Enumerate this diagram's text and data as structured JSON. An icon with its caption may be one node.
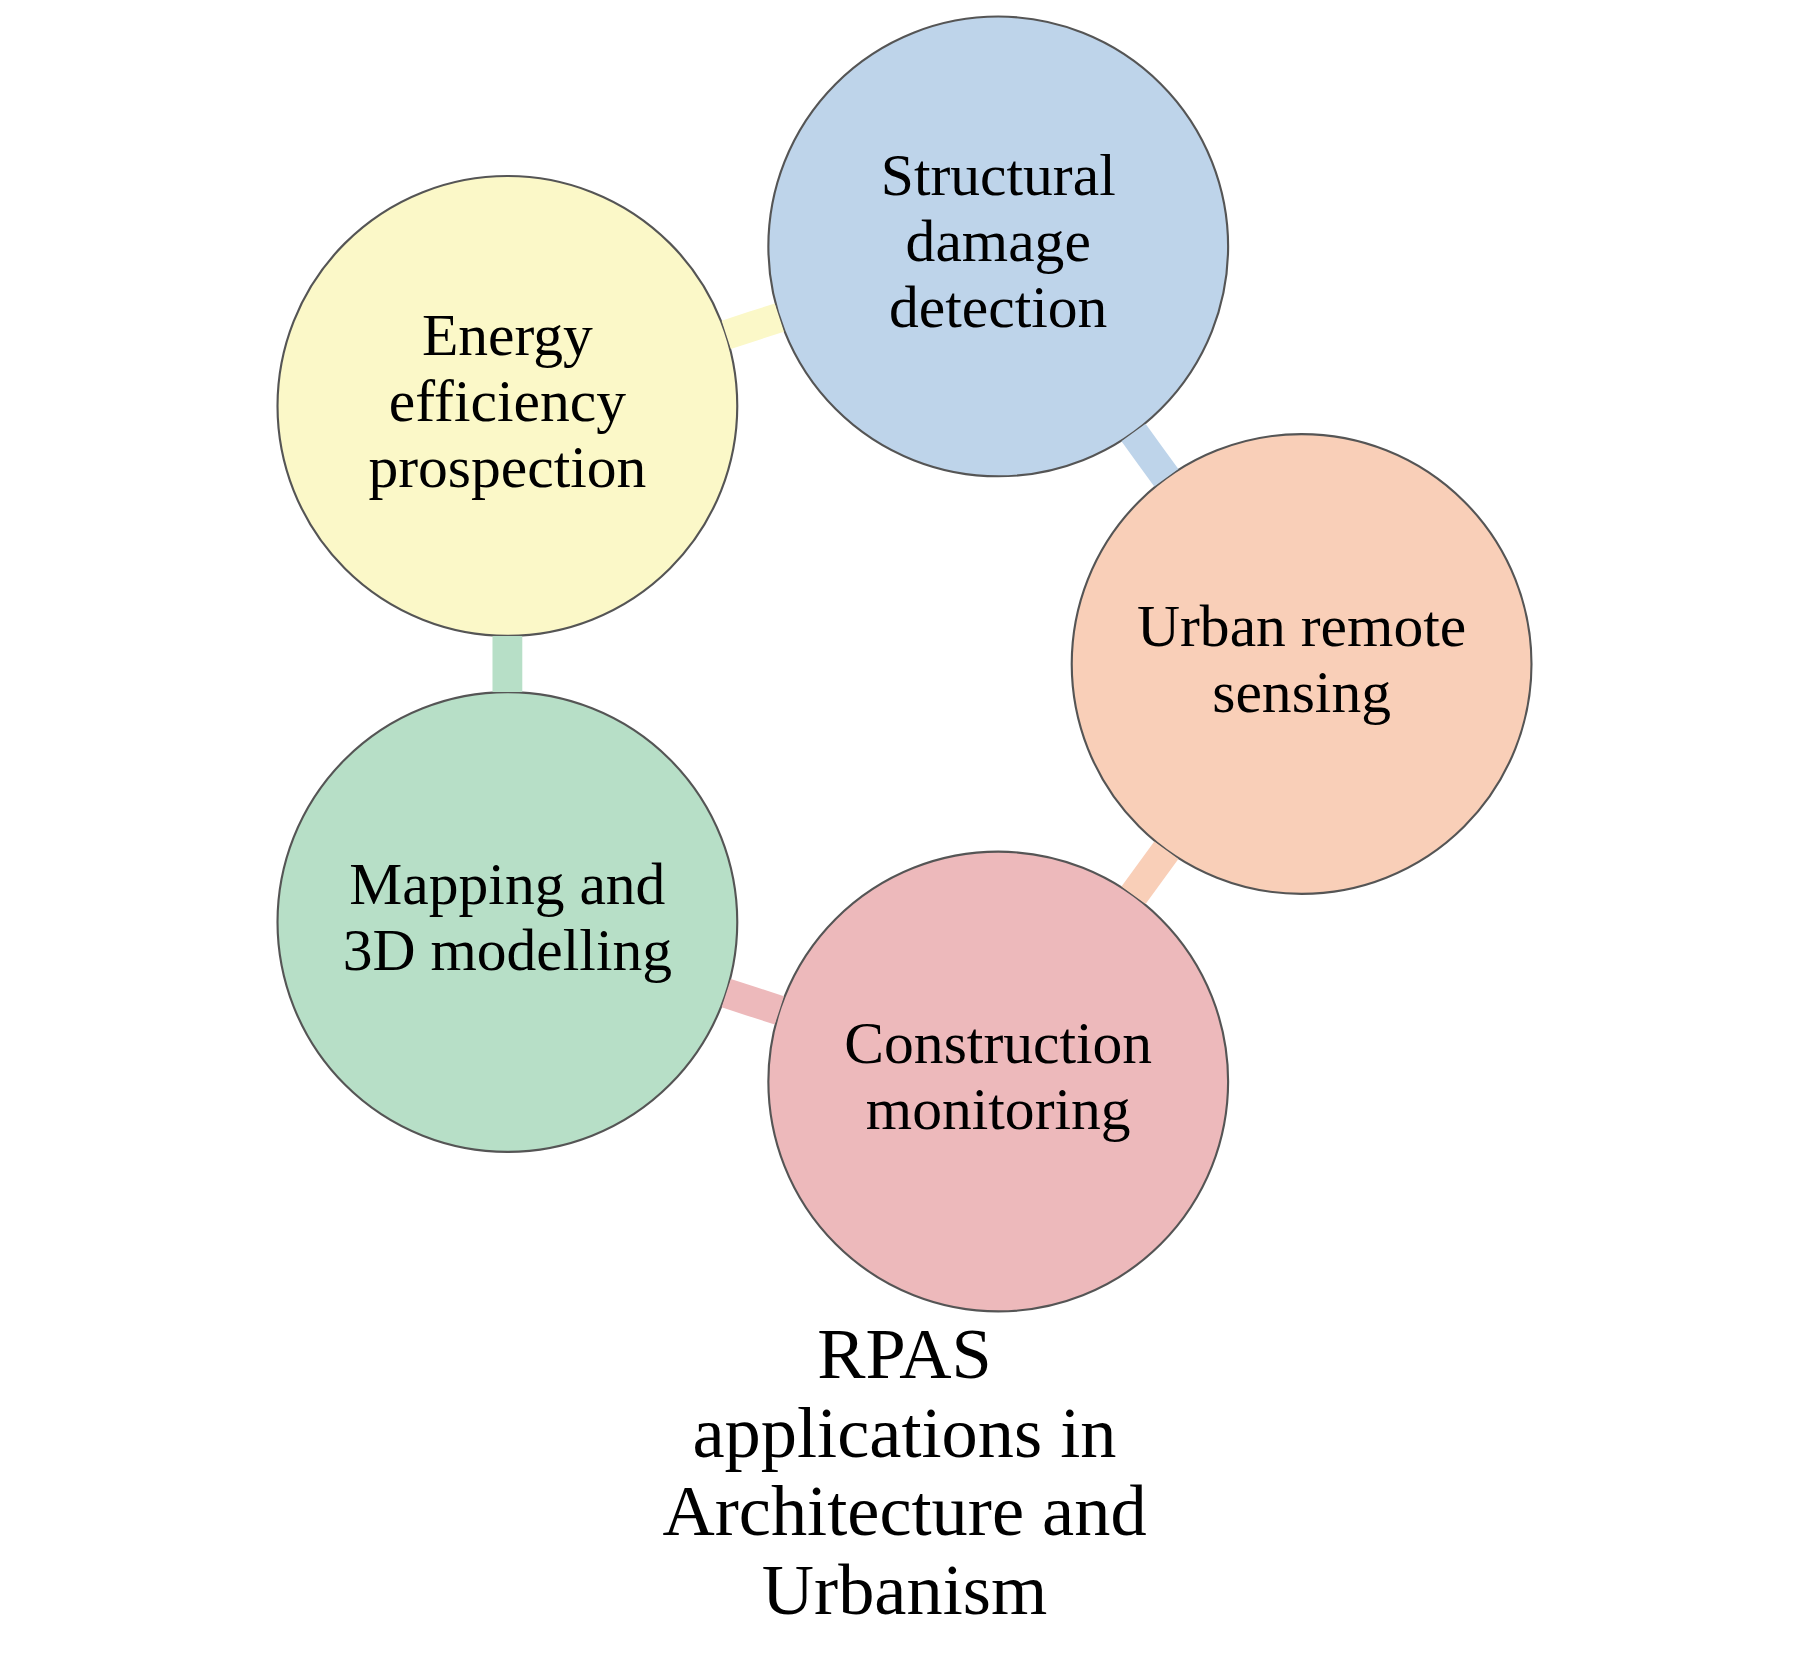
{
  "diagram": {
    "title": "RPAS applications in Architecture and Urbanism",
    "nodes": [
      {
        "text": [
          "Construction monitoring"
        ]
      },
      {
        "text": [
          "Mapping and 3D modelling"
        ]
      },
      {
        "text": [
          "Urban remote sensing"
        ]
      },
      {
        "text": [
          "Energy efficiency prospection"
        ]
      },
      {
        "text": [
          "Structural damage detection"
        ]
      }
    ],
    "edges": [
      {
        "from": 0,
        "to": 1,
        "arrow": "none",
        "color": "#edb9bb"
      },
      {
        "from": 1,
        "to": 3,
        "arrow": "none",
        "color": "#b7dfc7"
      },
      {
        "from": 3,
        "to": 4,
        "arrow": "none",
        "color": "#fbf8c8"
      },
      {
        "from": 4,
        "to": 2,
        "arrow": "none",
        "color": "#bed4ea"
      },
      {
        "from": 2,
        "to": 0,
        "arrow": "none",
        "color": "#f9cfb8"
      }
    ]
  }
}
